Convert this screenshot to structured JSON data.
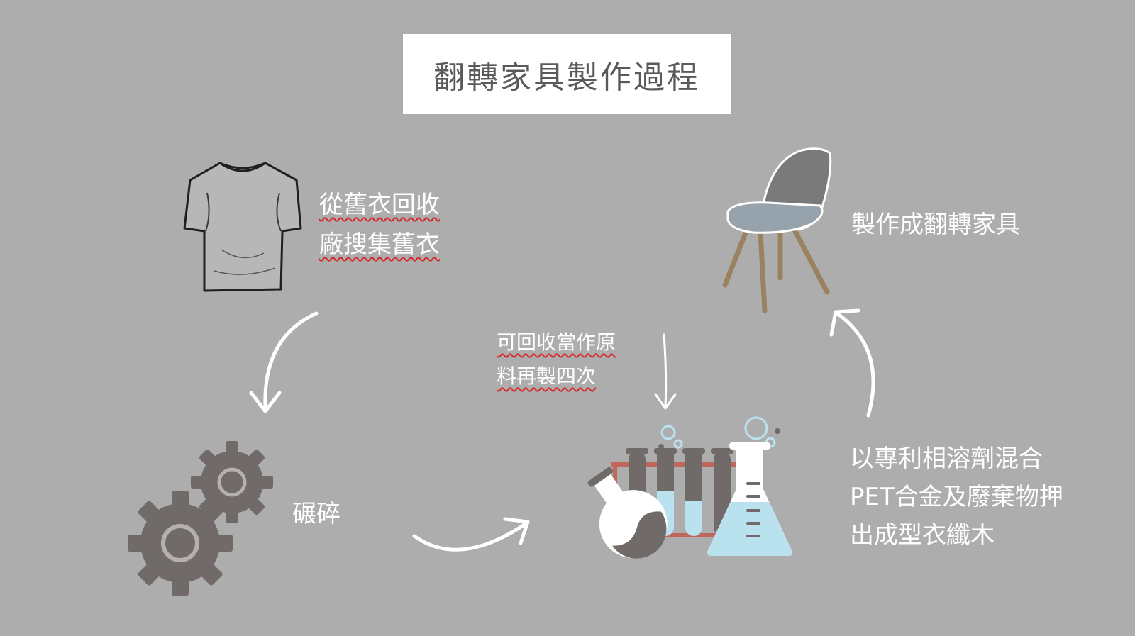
{
  "title": "翻轉家具製作過程",
  "steps": {
    "collect": {
      "lines": [
        "從舊衣回收",
        "廠搜集舊衣"
      ],
      "icon": "tshirt-icon"
    },
    "crush": {
      "lines": [
        "碾碎"
      ],
      "icon": "gears-icon"
    },
    "reuse": {
      "lines": [
        "可回收當作原",
        "料再製四次"
      ]
    },
    "mix": {
      "lines": [
        "以專利相溶劑混合",
        "PET合金及廢棄物押",
        "出成型衣纖木"
      ],
      "icon": "lab-flasks-icon"
    },
    "furniture": {
      "lines": [
        "製作成翻轉家具"
      ],
      "icon": "chair-icon"
    }
  },
  "colors": {
    "background": "#adadad",
    "title_box": "#ffffff",
    "gear": "#706a68",
    "liquid": "#b9e1ee",
    "rack": "#c0675c",
    "chair_seat": "#7a7a7a",
    "chair_leg": "#9a8260"
  }
}
